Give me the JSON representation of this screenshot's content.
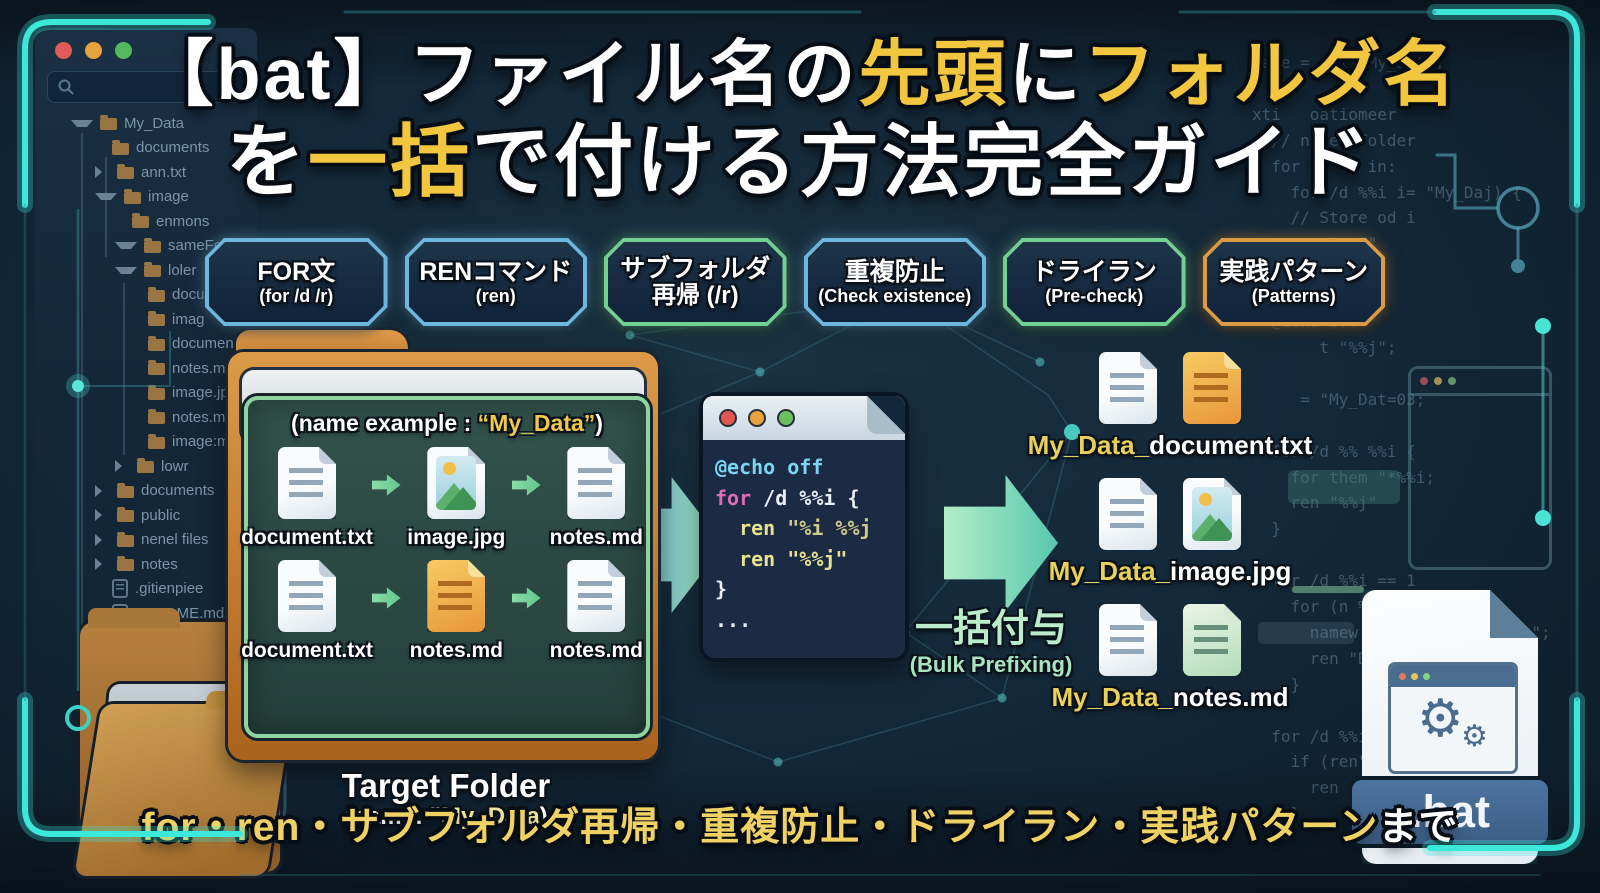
{
  "title": {
    "line1": [
      {
        "text": "【bat】ファイル名の",
        "color": "#ffffff"
      },
      {
        "text": "先頭",
        "color": "#f2c63e"
      },
      {
        "text": "に",
        "color": "#ffffff"
      },
      {
        "text": "フォルダ名",
        "color": "#f2c63e"
      }
    ],
    "line2": [
      {
        "text": "を",
        "color": "#ffffff"
      },
      {
        "text": "一括",
        "color": "#f2c63e"
      },
      {
        "text": "で付ける方法完全ガイド",
        "color": "#ffffff"
      }
    ]
  },
  "badges": [
    {
      "title": "FOR文",
      "subtitle": "(for /d /r)",
      "accent": "#6db6dd"
    },
    {
      "title": "RENコマンド",
      "subtitle": "(ren)",
      "accent": "#6db6dd"
    },
    {
      "title": "サブフォルダ",
      "subtitle": "再帰 (/r)",
      "accent": "#74cf92"
    },
    {
      "title": "重複防止",
      "subtitle": "(Check existence)",
      "accent": "#6db6dd"
    },
    {
      "title": "ドライラン",
      "subtitle": "(Pre-check)",
      "accent": "#74cf92"
    },
    {
      "title": "実践パターン",
      "subtitle": "(Patterns)",
      "accent": "#dd9a44"
    }
  ],
  "sidebar": {
    "tree": [
      {
        "label": "My_Data"
      },
      {
        "label": "documents"
      },
      {
        "label": "ann.txt"
      },
      {
        "label": "image"
      },
      {
        "label": "enmons"
      },
      {
        "label": "sameFolder"
      },
      {
        "label": "loler"
      },
      {
        "label": "docu"
      },
      {
        "label": "imag"
      },
      {
        "label": "document."
      },
      {
        "label": "notes.md"
      },
      {
        "label": "image.jpg"
      },
      {
        "label": "notes.md"
      },
      {
        "label": "image:m"
      },
      {
        "label": "lowr"
      },
      {
        "label": "documents"
      },
      {
        "label": "public"
      },
      {
        "label": "nenel files"
      },
      {
        "label": "notes"
      },
      {
        "label": ".gitienpiee"
      },
      {
        "label": "README.md"
      }
    ]
  },
  "target_folder": {
    "name_label": {
      "prefix": "(name example : ",
      "name": "“My_Data”",
      "suffix": ")"
    },
    "rows": [
      [
        {
          "name": "document.txt"
        },
        {
          "name": "image.jpg"
        },
        {
          "name": "notes.md"
        }
      ],
      [
        {
          "name": "document.txt"
        },
        {
          "name": "notes.md"
        },
        {
          "name": "notes.md"
        }
      ]
    ],
    "caption": "Target Folder",
    "caption_sub": {
      "prefix": "(name: \"",
      "name": "My_Data",
      "suffix": ")"
    }
  },
  "code_window": {
    "line1": "@echo off",
    "line2_kw": "for",
    "line2_rest": " /d %%i {",
    "line3_kw": "  ren ",
    "line3_str": "\"%i %%j",
    "line4": "  ren \"%%j\"",
    "line5": "}",
    "line6": "..."
  },
  "bulk_label": {
    "jp": "一括付与",
    "en": "(Bulk Prefixing)"
  },
  "outputs": [
    {
      "prefix": "My_Data_",
      "rest": "document.txt"
    },
    {
      "prefix": "My_Data_",
      "rest": "image.jpg"
    },
    {
      "prefix": "My_Data_",
      "rest": "notes.md"
    }
  ],
  "bat_file": {
    "label": ".bat"
  },
  "bottom_banner": {
    "main": "for・ren・サブフォルダ再帰・重複防止・ドライラン・実践パターン",
    "tail": "まで"
  },
  "background_code": "name = exi·'My_Data;\n\nxti   oatiomeer\n  // n get Folder\n  for /d %% in:\n    for /d %%i i= \"My_Daj) {\n    // Store od i\n    ren \"%%j\"\n  }\n\n  @echo off\n       t \"%%j\";\n\n     = \"My_Dat=03;\n\n  for /d %% %%i {\n    for them \"*%%i;\n    ren \"%%j\"\n  }\n\n  for /d %%i == 1\n    for (n %%j {\n      namew \"== edocument.txt\";\n      ren \"Data_image.jpg\"\n    }\n\n  for /d %%i > tr notes.md) {\n    if (ren\"*%i) {\n      ren \"%%j\"\n    }",
  "accent_colors": {
    "frame_glow": "#3ce8da",
    "title_highlight": "#f2c63e",
    "badge_blue": "#6db6dd",
    "badge_green": "#74cf92",
    "badge_orange": "#dd9a44",
    "bulk_green": "#bdeccd",
    "output_prefix_yellow": "#e8d05a"
  }
}
